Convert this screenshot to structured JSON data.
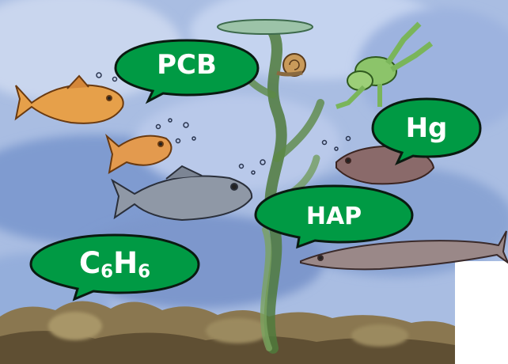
{
  "labels": {
    "pcb": "PCB",
    "hg": "Hg",
    "hap": "HAP",
    "benzene": {
      "c": "C",
      "c_sub": "6",
      "h": "H",
      "h_sub": "6"
    }
  },
  "colors": {
    "bubble_fill": "#009a44",
    "bubble_outline": "#0a1a10",
    "bubble_text": "#ffffff",
    "water": "#8fa9d6",
    "seaweed": "#6f9a55",
    "seabed": "#6b5a3a"
  }
}
